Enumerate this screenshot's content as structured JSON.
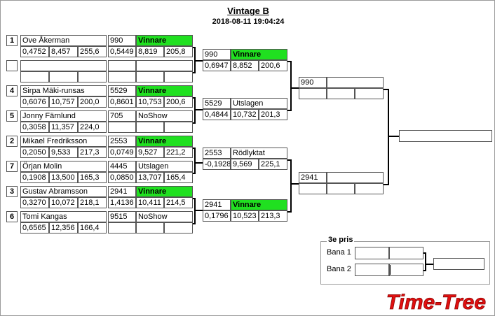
{
  "header": {
    "title": "Vintage B",
    "timestamp": "2018-08-11 19:04:24"
  },
  "round1": [
    {
      "seed": "1",
      "name": "Ove Åkerman",
      "stats": [
        "0,4752",
        "8,457",
        "255,6"
      ],
      "id": "990",
      "result": "Vinnare",
      "winner": true,
      "rstats": [
        "0,5449",
        "8,819",
        "205,8"
      ]
    },
    {
      "seed": "",
      "name": "",
      "stats": [
        "",
        "",
        ""
      ],
      "id": "",
      "result": "",
      "winner": false,
      "rstats": [
        "",
        "",
        ""
      ]
    },
    {
      "seed": "4",
      "name": "Sirpa Mäki-runsas",
      "stats": [
        "0,6076",
        "10,757",
        "200,0"
      ],
      "id": "5529",
      "result": "Vinnare",
      "winner": true,
      "rstats": [
        "0,8601",
        "10,753",
        "200,6"
      ]
    },
    {
      "seed": "5",
      "name": "Jonny Färnlund",
      "stats": [
        "0,3058",
        "11,357",
        "224,0"
      ],
      "id": "705",
      "result": "NoShow",
      "winner": false,
      "rstats": [
        "",
        "",
        ""
      ]
    },
    {
      "seed": "2",
      "name": "Mikael Fredriksson",
      "stats": [
        "0,2050",
        "9,533",
        "217,3"
      ],
      "id": "2553",
      "result": "Vinnare",
      "winner": true,
      "rstats": [
        "0,0749",
        "9,527",
        "221,2"
      ]
    },
    {
      "seed": "7",
      "name": "Örjan Molin",
      "stats": [
        "0,1908",
        "13,500",
        "165,3"
      ],
      "id": "4445",
      "result": "Utslagen",
      "winner": false,
      "rstats": [
        "0,0850",
        "13,707",
        "165,4"
      ]
    },
    {
      "seed": "3",
      "name": "Gustav Abramsson",
      "stats": [
        "0,3270",
        "10,072",
        "218,1"
      ],
      "id": "2941",
      "result": "Vinnare",
      "winner": true,
      "rstats": [
        "1,4136",
        "10,411",
        "214,5"
      ]
    },
    {
      "seed": "6",
      "name": "Tomi Kangas",
      "stats": [
        "0,6565",
        "12,356",
        "166,4"
      ],
      "id": "9515",
      "result": "NoShow",
      "winner": false,
      "rstats": [
        "",
        "",
        ""
      ]
    }
  ],
  "round2": [
    {
      "id": "990",
      "result": "Vinnare",
      "winner": true,
      "stats": [
        "0,6947",
        "8,852",
        "200,6"
      ]
    },
    {
      "id": "5529",
      "result": "Utslagen",
      "winner": false,
      "stats": [
        "0,4844",
        "10,732",
        "201,3"
      ]
    },
    {
      "id": "2553",
      "result": "Rödlyktat",
      "winner": false,
      "stats": [
        "-0,1928",
        "9,569",
        "225,1"
      ]
    },
    {
      "id": "2941",
      "result": "Vinnare",
      "winner": true,
      "stats": [
        "0,1796",
        "10,523",
        "213,3"
      ]
    }
  ],
  "semis": [
    {
      "id": "990",
      "result": "",
      "stats": [
        "",
        "",
        ""
      ]
    },
    {
      "id": "2941",
      "result": "",
      "stats": [
        "",
        "",
        ""
      ]
    }
  ],
  "final": {
    "value": ""
  },
  "third_place": {
    "title": "3e pris",
    "lanes": [
      {
        "label": "Bana 1",
        "a": "",
        "b": ""
      },
      {
        "label": "Bana 2",
        "a": "",
        "b": ""
      }
    ],
    "result": ""
  },
  "logo": {
    "text": "Time-Tree",
    "color": "#e01010"
  }
}
